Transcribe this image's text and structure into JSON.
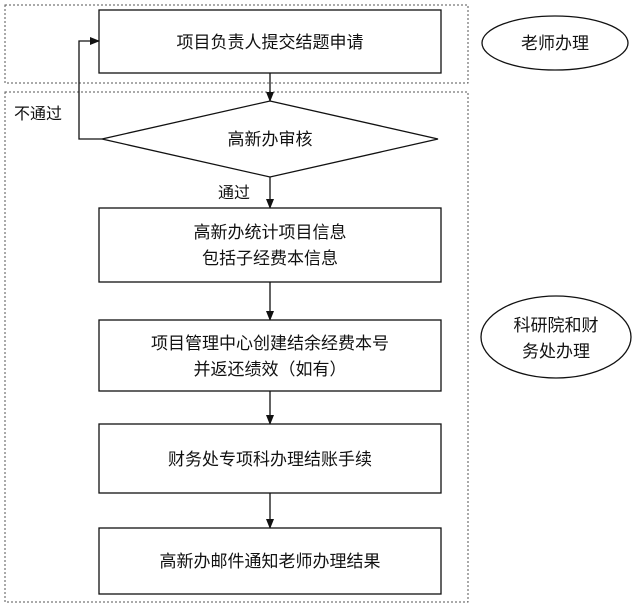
{
  "sections": [
    {
      "name": "teacher",
      "label": "老师办理"
    },
    {
      "name": "office",
      "label_lines": [
        "科研院和财",
        "务处办理"
      ]
    }
  ],
  "steps": [
    {
      "name": "submit",
      "type": "process",
      "lines": [
        "项目负责人提交结题申请"
      ]
    },
    {
      "name": "review",
      "type": "decision",
      "lines": [
        "高新办审核"
      ]
    },
    {
      "name": "collect",
      "type": "process",
      "lines": [
        "高新办统计项目信息",
        "包括子经费本信息"
      ]
    },
    {
      "name": "create-account",
      "type": "process",
      "lines": [
        "项目管理中心创建结余经费本号",
        "并返还绩效（如有）"
      ]
    },
    {
      "name": "finance",
      "type": "process",
      "lines": [
        "财务处专项科办理结账手续"
      ]
    },
    {
      "name": "notify",
      "type": "process",
      "lines": [
        "高新办邮件通知老师办理结果"
      ]
    }
  ],
  "edge_labels": {
    "pass": "通过",
    "fail": "不通过"
  },
  "colors": {
    "stroke": "#111111",
    "dashed": "#555555",
    "text": "#111111",
    "background": "#ffffff"
  }
}
